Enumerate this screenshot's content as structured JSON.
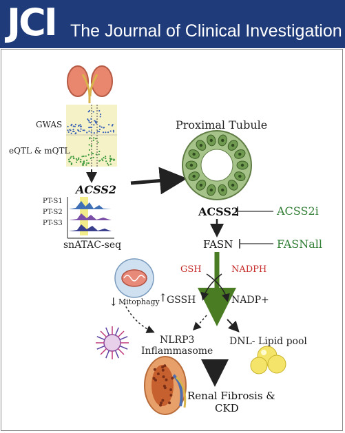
{
  "header": {
    "logo": "JCI",
    "journal_name": "The Journal of Clinical Investigation"
  },
  "left_panel": {
    "gwas_label": "GWAS",
    "eqtl_label": "eQTL & mQTL",
    "gene_label": "ACSS2",
    "track_labels": [
      "PT-S1",
      "PT-S2",
      "PT-S3"
    ],
    "snatac_label": "snATAC-seq"
  },
  "pathway": {
    "tubule_label": "Proximal Tubule",
    "acss2": "ACSS2",
    "acss2_inhibitor": "ACSS2i",
    "fasn": "FASN",
    "fasn_inhibitor": "FASNall",
    "gsh": "GSH",
    "nadph": "NADPH",
    "gssh": "GSSH",
    "nadp": "NADP+",
    "mitophagy": "Mitophagy",
    "nlrp3_line1": "NLRP3",
    "nlrp3_line2": "Inflammasome",
    "dnl": "DNL- Lipid pool",
    "outcome_line1": "Renal Fibrosis &",
    "outcome_line2": "CKD"
  },
  "colors": {
    "banner": "#1f3b7a",
    "inhibitor_green": "#2e7d32",
    "redox_red": "#c62828",
    "arrow_green": "#4a7d23",
    "arrow_red": "#d32f2f"
  }
}
